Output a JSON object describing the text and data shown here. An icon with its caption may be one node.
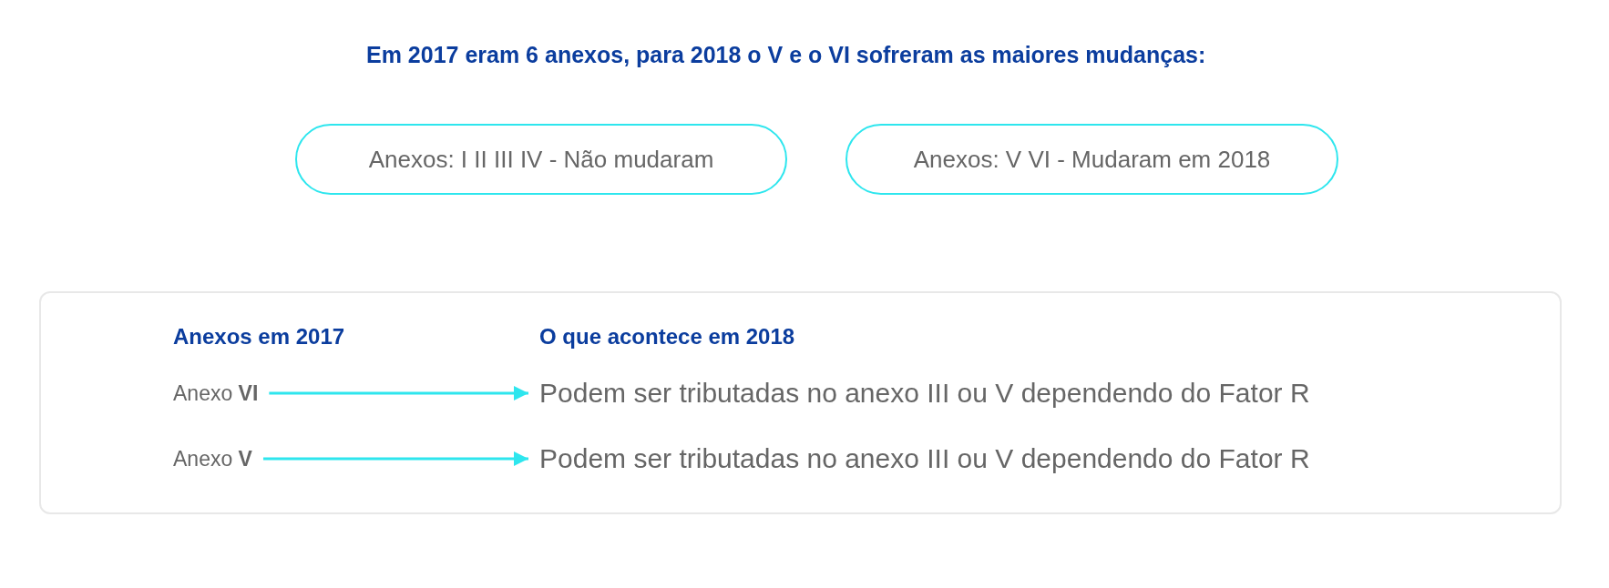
{
  "diagram": {
    "title": "Em 2017 eram 6 anexos, para 2018 o V e o VI sofreram as maiores mudanças:",
    "nodes": [
      {
        "text": [
          "Anexos: I II III IV - Não mudaram"
        ]
      },
      {
        "text": [
          "Anexos: V VI - Mudaram em 2018"
        ]
      },
      {
        "text": [
          "Anexos em 2017",
          "O que acontece em 2018"
        ]
      },
      {
        "text": [
          "Anexo **VI**"
        ],
        "in": 2
      },
      {
        "text": [
          "Podem ser tributadas no anexo III ou V dependendo do Fator R"
        ],
        "in": 2
      },
      {
        "text": [
          "Anexo **V**"
        ],
        "in": 2
      },
      {
        "text": [
          "Podem ser tributadas no anexo III ou V dependendo do Fator R"
        ],
        "in": 2
      }
    ],
    "edges": [
      {
        "from": 3,
        "to": 4,
        "arrow": "to"
      },
      {
        "from": 5,
        "to": 6,
        "arrow": "to"
      }
    ]
  }
}
